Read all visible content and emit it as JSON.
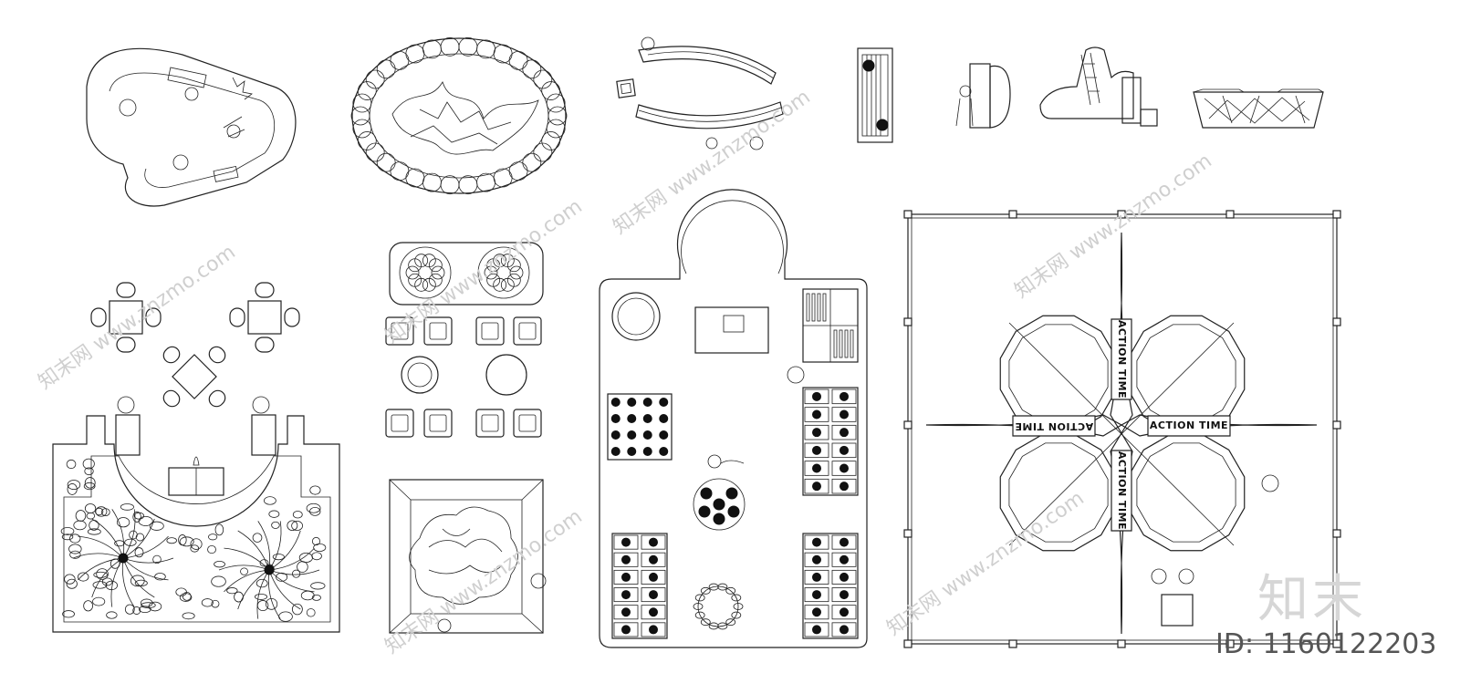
{
  "banners": {
    "top": "ACTION TIME",
    "right": "ACTION TIME",
    "bottom": "ACTION TIME",
    "left": "ACTION TIME"
  },
  "watermark": {
    "logo": "知末",
    "id": "ID: 1160122203",
    "marks": [
      "知末网 www.znzmo.com",
      "知末网 www.znzmo.com",
      "知末网 www.znzmo.com",
      "知末网 www.znzmo.com",
      "知末网 www.znzmo.com",
      "知末网 www.znzmo.com"
    ]
  },
  "colors": {
    "line": "#222222",
    "watermark": "#cfcfcf"
  }
}
